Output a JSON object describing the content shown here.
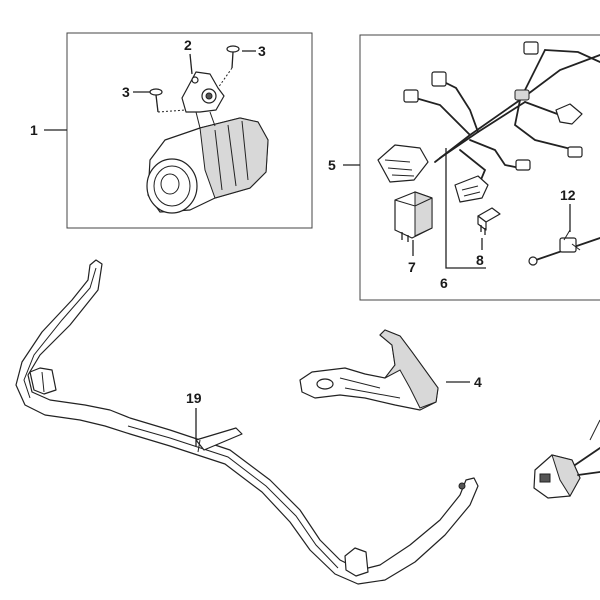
{
  "callouts": {
    "c1": "1",
    "c2": "2",
    "c3a": "3",
    "c3b": "3",
    "c4": "4",
    "c5": "5",
    "c6": "6",
    "c7": "7",
    "c8": "8",
    "c12": "12",
    "c19": "19"
  }
}
